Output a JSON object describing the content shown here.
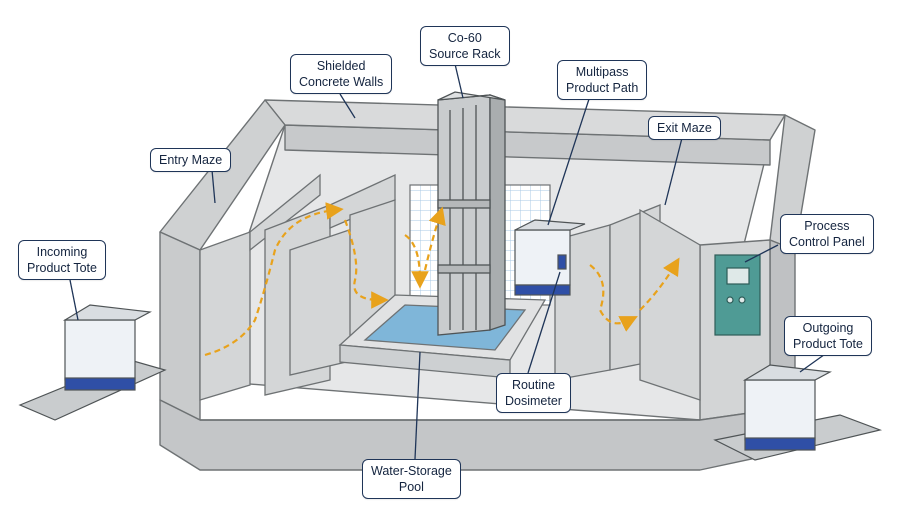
{
  "labels": {
    "source_rack": [
      "Co-60",
      "Source Rack"
    ],
    "shielded_walls": [
      "Shielded",
      "Concrete Walls"
    ],
    "multipass_path": [
      "Multipass",
      "Product Path"
    ],
    "entry_maze": [
      "Entry Maze"
    ],
    "exit_maze": [
      "Exit Maze"
    ],
    "control_panel": [
      "Process",
      "Control Panel"
    ],
    "incoming_tote": [
      "Incoming",
      "Product Tote"
    ],
    "outgoing_tote": [
      "Outgoing",
      "Product Tote"
    ],
    "dosimeter": [
      "Routine",
      "Dosimeter"
    ],
    "pool": [
      "Water-Storage",
      "Pool"
    ]
  },
  "colors": {
    "concrete": "#d9dadb",
    "concrete_dark": "#b9bbbd",
    "floor": "#e6e7e8",
    "water": "#7fb6d9",
    "path_arrow": "#e8a21c",
    "callout_border": "#1f3558",
    "pallet": "#2f4fa6",
    "panel": "#4f9b95"
  }
}
